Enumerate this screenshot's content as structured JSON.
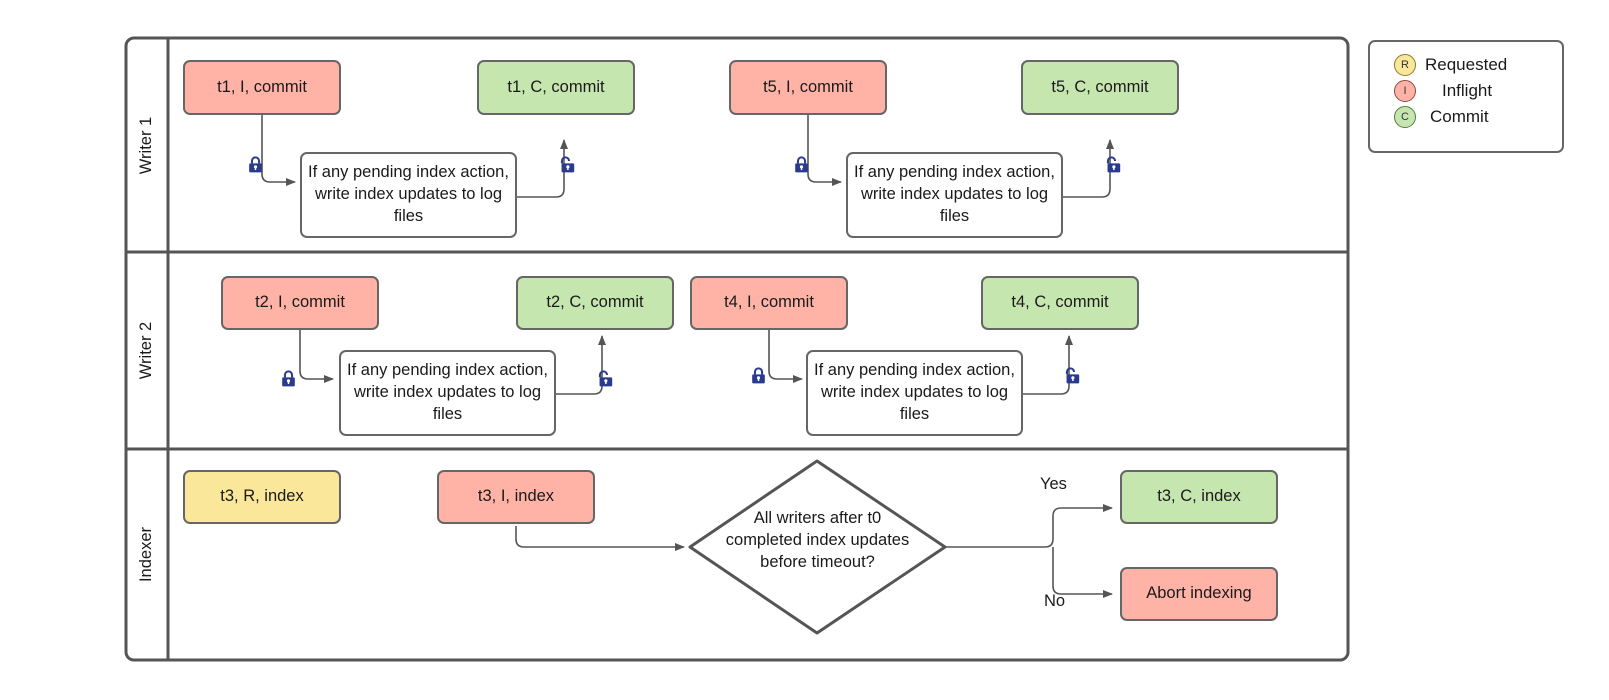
{
  "diagram": {
    "type": "swimlane-flowchart",
    "pool": {
      "lanes": [
        "Writer 1",
        "Writer 2",
        "Indexer"
      ]
    }
  },
  "lanes": [
    {
      "label": "Writer 1",
      "nodes": [
        {
          "id": "w1-t1-i",
          "text": "t1, I, commit",
          "state": "inflight"
        },
        {
          "id": "w1-t1-c",
          "text": "t1, C, commit",
          "state": "commit"
        },
        {
          "id": "w1-t5-i",
          "text": "t5, I, commit",
          "state": "inflight"
        },
        {
          "id": "w1-t5-c",
          "text": "t5, C, commit",
          "state": "commit"
        },
        {
          "id": "w1-task-a",
          "text": "If any pending index action, write index updates to log files",
          "state": "plain"
        },
        {
          "id": "w1-task-b",
          "text": "If any pending index action, write index updates to log files",
          "state": "plain"
        }
      ],
      "locks": [
        {
          "id": "w1-lock-1",
          "kind": "locked"
        },
        {
          "id": "w1-lock-2",
          "kind": "unlocked"
        },
        {
          "id": "w1-lock-3",
          "kind": "locked"
        },
        {
          "id": "w1-lock-4",
          "kind": "unlocked"
        }
      ]
    },
    {
      "label": "Writer 2",
      "nodes": [
        {
          "id": "w2-t2-i",
          "text": "t2, I, commit",
          "state": "inflight"
        },
        {
          "id": "w2-t2-c",
          "text": "t2, C, commit",
          "state": "commit"
        },
        {
          "id": "w2-t4-i",
          "text": "t4, I, commit",
          "state": "inflight"
        },
        {
          "id": "w2-t4-c",
          "text": "t4, C, commit",
          "state": "commit"
        },
        {
          "id": "w2-task-a",
          "text": "If any pending index action, write index updates to log files",
          "state": "plain"
        },
        {
          "id": "w2-task-b",
          "text": "If any pending index action, write index updates to log files",
          "state": "plain"
        }
      ],
      "locks": [
        {
          "id": "w2-lock-1",
          "kind": "locked"
        },
        {
          "id": "w2-lock-2",
          "kind": "unlocked"
        },
        {
          "id": "w2-lock-3",
          "kind": "locked"
        },
        {
          "id": "w2-lock-4",
          "kind": "unlocked"
        }
      ]
    },
    {
      "label": "Indexer",
      "nodes": [
        {
          "id": "ix-t3-r",
          "text": "t3, R, index",
          "state": "requested"
        },
        {
          "id": "ix-t3-i",
          "text": "t3, I, index",
          "state": "inflight"
        },
        {
          "id": "ix-t3-c",
          "text": "t3, C, index",
          "state": "commit"
        },
        {
          "id": "ix-abort",
          "text": "Abort indexing",
          "state": "inflight"
        }
      ],
      "decision": {
        "id": "ix-decision",
        "text": "All writers after t0 completed index updates before timeout?",
        "line1": "All writers after t0",
        "line2": "completed index updates",
        "line3": "before timeout?",
        "branches": [
          {
            "label": "Yes",
            "target": "ix-t3-c"
          },
          {
            "label": "No",
            "target": "ix-abort"
          }
        ]
      }
    }
  ],
  "legend": {
    "items": [
      {
        "badge": "R",
        "label": "Requested",
        "color": "#fae79a"
      },
      {
        "badge": "I",
        "label": "Inflight",
        "color": "#ffb3a7"
      },
      {
        "badge": "C",
        "label": "Commit",
        "color": "#c6e6b0"
      }
    ]
  },
  "colors": {
    "inflight": "#ffb3a7",
    "commit": "#c6e6b0",
    "requested": "#fae79a",
    "stroke": "#666666",
    "lock": "#2a3b8f",
    "text": "#1a1a1a",
    "background": "#ffffff"
  }
}
